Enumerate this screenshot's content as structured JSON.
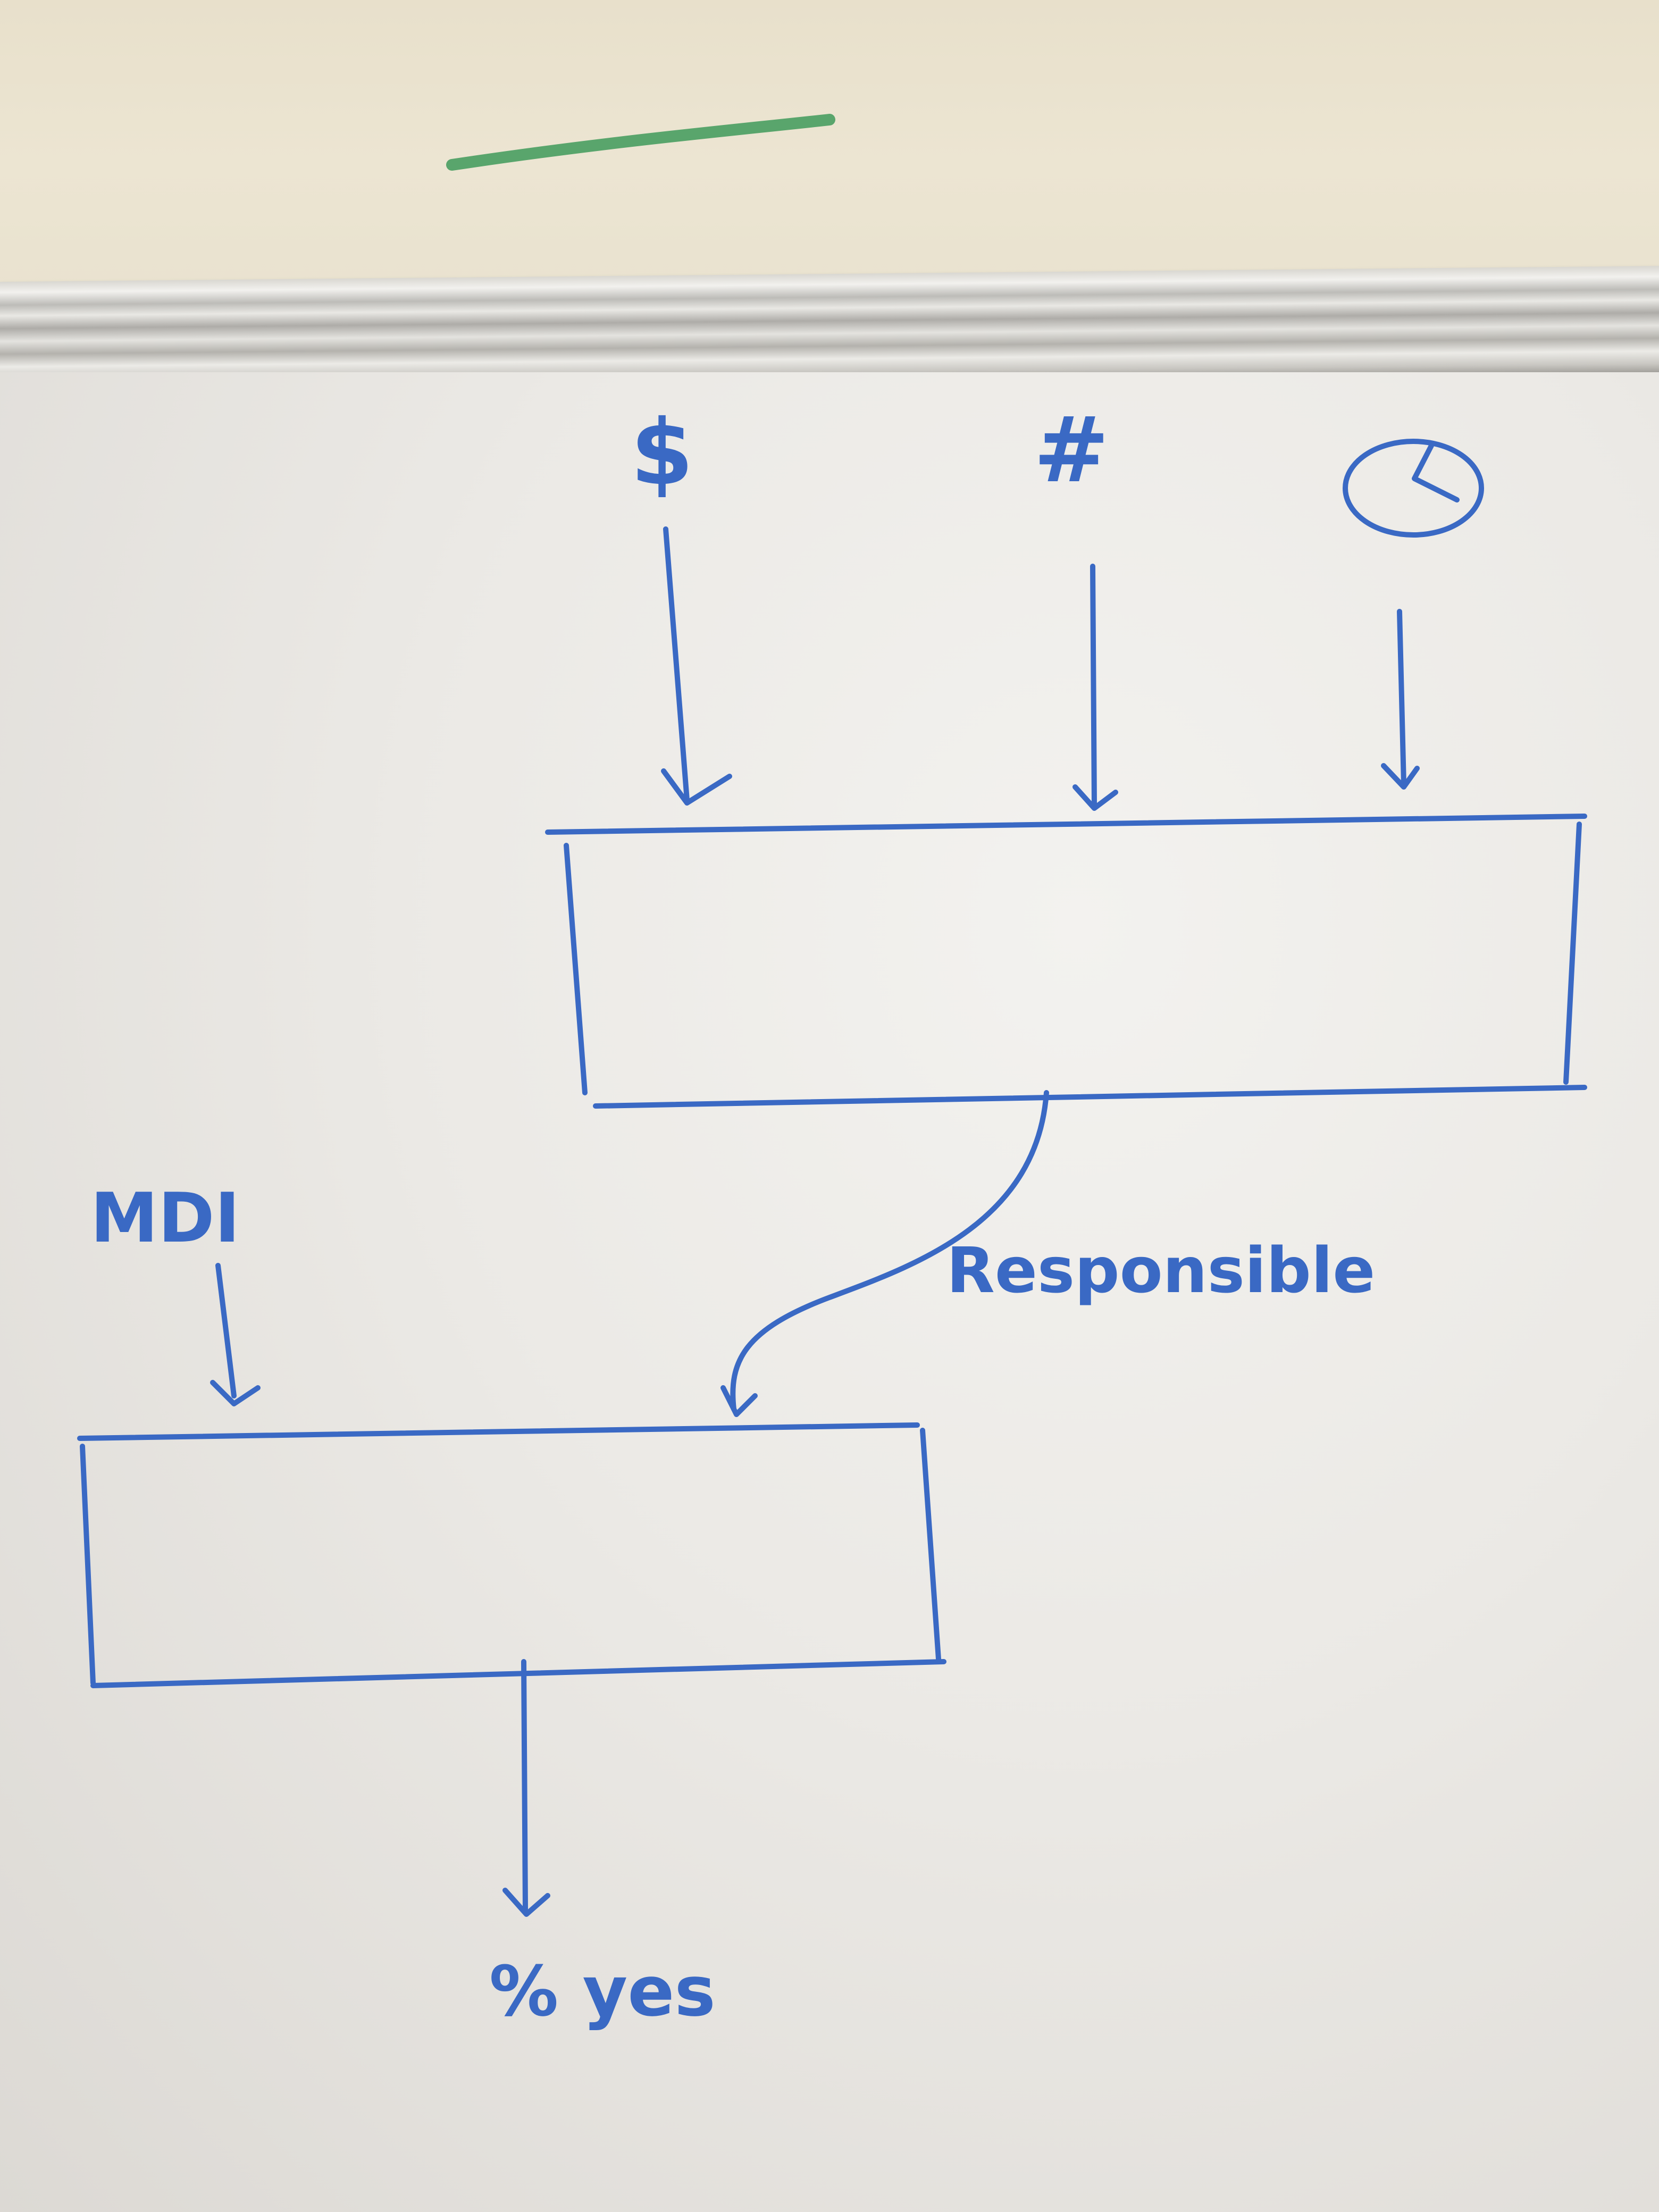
{
  "diagram": {
    "inputs_top": [
      "$",
      "#"
    ],
    "edge_label": "Responsible",
    "input_left": "MDI",
    "output": "% yes"
  },
  "colors": {
    "marker_blue": "#3a69c4",
    "marker_green": "#3f9a5a",
    "wall": "#e8e0cb",
    "whiteboard": "#ebe9e5"
  },
  "icons": {
    "top_input_3": "clock-icon"
  }
}
